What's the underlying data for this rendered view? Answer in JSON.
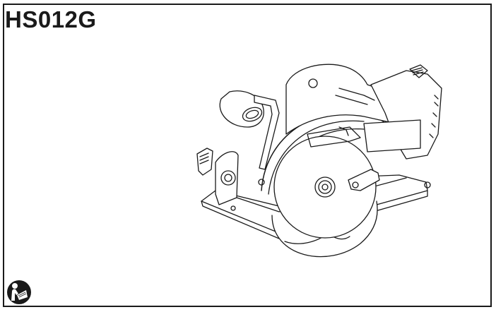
{
  "page": {
    "model_title": "HS012G",
    "illustration": {
      "subject": "cordless circular saw",
      "icon": "circular-saw-illustration"
    },
    "footer_icon": {
      "icon": "read-manual-icon"
    },
    "colors": {
      "ink": "#1a1a1a",
      "background": "#ffffff"
    }
  }
}
